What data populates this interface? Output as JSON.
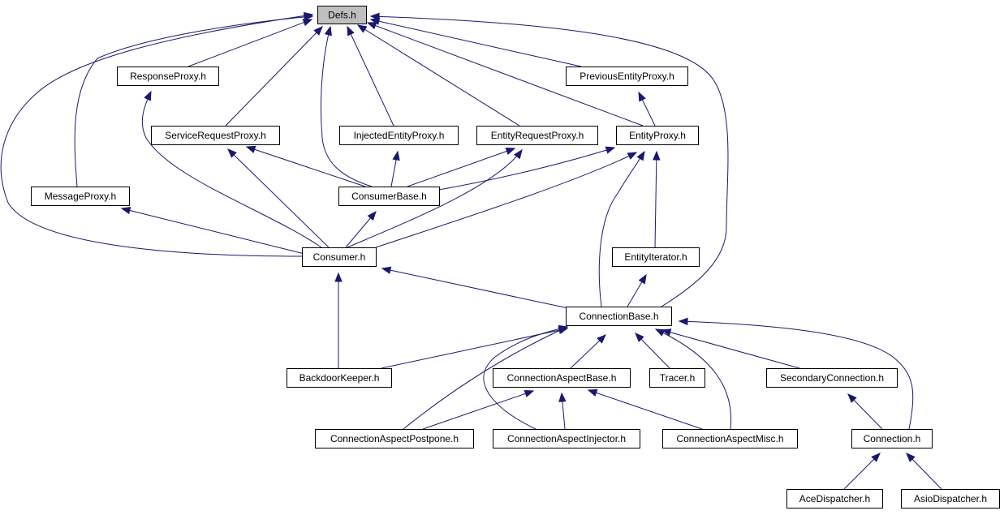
{
  "graph": {
    "colors": {
      "edge": "#191970",
      "node_fill": "#ffffff",
      "root_fill": "#bfbfbf",
      "border": "#000000"
    },
    "nodes": [
      {
        "id": "defs",
        "label": "Defs.h",
        "root": true
      },
      {
        "id": "responseproxy",
        "label": "ResponseProxy.h"
      },
      {
        "id": "previousentityproxy",
        "label": "PreviousEntityProxy.h"
      },
      {
        "id": "servicerequestproxy",
        "label": "ServiceRequestProxy.h"
      },
      {
        "id": "injectedentityproxy",
        "label": "InjectedEntityProxy.h"
      },
      {
        "id": "entityrequestproxy",
        "label": "EntityRequestProxy.h"
      },
      {
        "id": "entityproxy",
        "label": "EntityProxy.h"
      },
      {
        "id": "messageproxy",
        "label": "MessageProxy.h"
      },
      {
        "id": "consumerbase",
        "label": "ConsumerBase.h"
      },
      {
        "id": "consumer",
        "label": "Consumer.h"
      },
      {
        "id": "entityiterator",
        "label": "EntityIterator.h"
      },
      {
        "id": "connectionbase",
        "label": "ConnectionBase.h"
      },
      {
        "id": "backdoorkeeper",
        "label": "BackdoorKeeper.h"
      },
      {
        "id": "connectionaspectbase",
        "label": "ConnectionAspectBase.h"
      },
      {
        "id": "tracer",
        "label": "Tracer.h"
      },
      {
        "id": "secondaryconnection",
        "label": "SecondaryConnection.h"
      },
      {
        "id": "connectionaspectpostpone",
        "label": "ConnectionAspectPostpone.h"
      },
      {
        "id": "connectionaspectinjector",
        "label": "ConnectionAspectInjector.h"
      },
      {
        "id": "connectionaspectmisc",
        "label": "ConnectionAspectMisc.h"
      },
      {
        "id": "connection",
        "label": "Connection.h"
      },
      {
        "id": "acedispatcher",
        "label": "AceDispatcher.h"
      },
      {
        "id": "asiodispatcher",
        "label": "AsioDispatcher.h"
      }
    ],
    "edges": [
      {
        "from": "responseproxy",
        "to": "defs"
      },
      {
        "from": "previousentityproxy",
        "to": "defs"
      },
      {
        "from": "servicerequestproxy",
        "to": "defs"
      },
      {
        "from": "injectedentityproxy",
        "to": "defs"
      },
      {
        "from": "entityrequestproxy",
        "to": "defs"
      },
      {
        "from": "entityproxy",
        "to": "defs"
      },
      {
        "from": "messageproxy",
        "to": "defs"
      },
      {
        "from": "consumerbase",
        "to": "defs"
      },
      {
        "from": "consumer",
        "to": "defs"
      },
      {
        "from": "connectionbase",
        "to": "defs"
      },
      {
        "from": "consumer",
        "to": "responseproxy"
      },
      {
        "from": "entityproxy",
        "to": "previousentityproxy"
      },
      {
        "from": "consumerbase",
        "to": "servicerequestproxy"
      },
      {
        "from": "consumer",
        "to": "servicerequestproxy"
      },
      {
        "from": "consumerbase",
        "to": "injectedentityproxy"
      },
      {
        "from": "consumerbase",
        "to": "entityrequestproxy"
      },
      {
        "from": "consumer",
        "to": "entityrequestproxy"
      },
      {
        "from": "consumerbase",
        "to": "entityproxy"
      },
      {
        "from": "consumer",
        "to": "entityproxy"
      },
      {
        "from": "entityiterator",
        "to": "entityproxy"
      },
      {
        "from": "connectionbase",
        "to": "entityproxy"
      },
      {
        "from": "consumer",
        "to": "messageproxy"
      },
      {
        "from": "consumer",
        "to": "consumerbase"
      },
      {
        "from": "backdoorkeeper",
        "to": "consumer"
      },
      {
        "from": "connectionbase",
        "to": "consumer"
      },
      {
        "from": "connectionbase",
        "to": "entityiterator"
      },
      {
        "from": "backdoorkeeper",
        "to": "connectionbase"
      },
      {
        "from": "connectionaspectbase",
        "to": "connectionbase"
      },
      {
        "from": "tracer",
        "to": "connectionbase"
      },
      {
        "from": "secondaryconnection",
        "to": "connectionbase"
      },
      {
        "from": "connectionaspectpostpone",
        "to": "connectionbase"
      },
      {
        "from": "connectionaspectinjector",
        "to": "connectionbase"
      },
      {
        "from": "connectionaspectmisc",
        "to": "connectionbase"
      },
      {
        "from": "connection",
        "to": "connectionbase"
      },
      {
        "from": "connectionaspectpostpone",
        "to": "connectionaspectbase"
      },
      {
        "from": "connectionaspectinjector",
        "to": "connectionaspectbase"
      },
      {
        "from": "connectionaspectmisc",
        "to": "connectionaspectbase"
      },
      {
        "from": "connection",
        "to": "secondaryconnection"
      },
      {
        "from": "acedispatcher",
        "to": "connection"
      },
      {
        "from": "asiodispatcher",
        "to": "connection"
      }
    ]
  }
}
